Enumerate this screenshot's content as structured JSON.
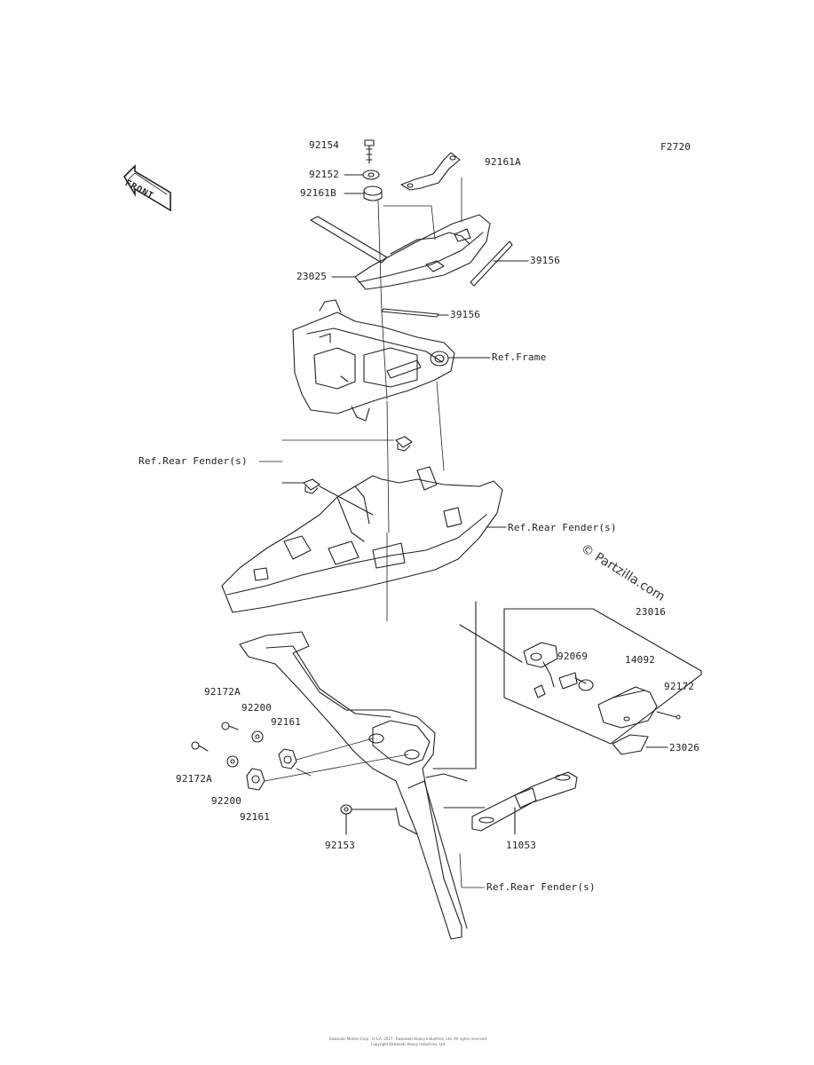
{
  "diagram_code": "F2720",
  "front_label": "FRONT",
  "watermark": "© Partzilla.com",
  "footer_line1": "Kawasaki Motors Corp., U.S.A. 2017 · Kawasaki Heavy Industries, Ltd. All rights reserved.",
  "footer_line2": "Copyright Kawasaki Heavy Industries, Ltd.",
  "labels": {
    "l92154": "92154",
    "l92152": "92152",
    "l92161B": "92161B",
    "l92161A": "92161A",
    "l39156a": "39156",
    "l23025": "23025",
    "l39156b": "39156",
    "refFrame": "Ref.Frame",
    "refRearFender1": "Ref.Rear Fender(s)",
    "refRearFender2": "Ref.Rear Fender(s)",
    "l23016": "23016",
    "l92069": "92069",
    "l14092": "14092",
    "l92172": "92172",
    "l23026": "23026",
    "l92172A_top": "92172A",
    "l92200_top": "92200",
    "l92161_top": "92161",
    "l92172A_bot": "92172A",
    "l92200_bot": "92200",
    "l92161_bot": "92161",
    "l92153": "92153",
    "l11053": "11053",
    "refRearFender3": "Ref.Rear Fender(s)"
  }
}
